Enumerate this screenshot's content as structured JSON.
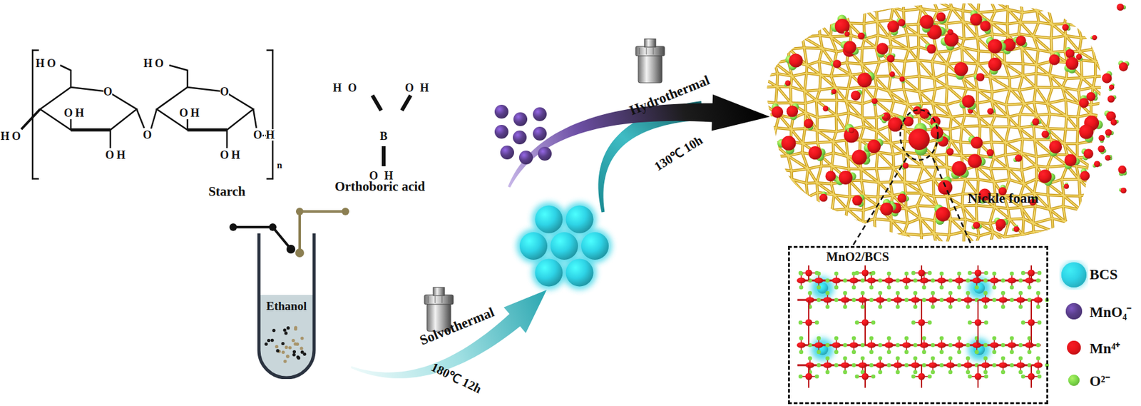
{
  "diagram": {
    "nodes": [
      {
        "text": [
          "Ethanol"
        ]
      },
      {
        "text": [
          "MnO2/BCS"
        ]
      }
    ],
    "labels": [
      "HO",
      "HO",
      "OH",
      "OH",
      "O",
      "O",
      "HO",
      "OH",
      "OH",
      "O",
      "O",
      "H",
      "n",
      "Starch",
      "HO",
      "OH",
      "B",
      "OH",
      "Orthoboric acid",
      "Hydrothermal",
      "130℃ 10h",
      "Solvothermal",
      "180℃ 12h",
      "Nickle foam"
    ],
    "legend": [
      {
        "text": "BCS",
        "color": "#2ed3e6"
      },
      {
        "text": "MnO₄⁻",
        "color": "#5b3f8c"
      },
      {
        "text": "Mn⁴⁺",
        "color": "#e8141a"
      },
      {
        "text": "O²⁻",
        "color": "#7fdc4a"
      }
    ]
  }
}
